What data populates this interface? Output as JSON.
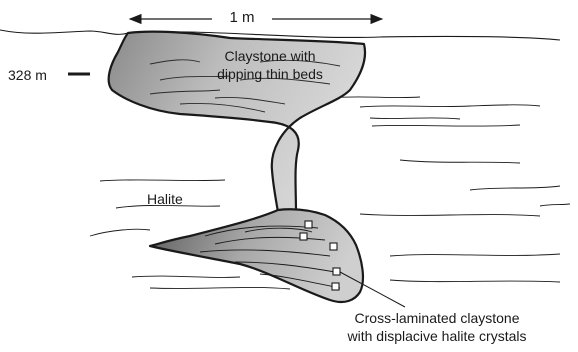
{
  "scale_label": "1 m",
  "depth_label": "328 m",
  "upper_unit_label": {
    "line1": "Claystone with",
    "line2": "dipping thin beds"
  },
  "host_label": "Halite",
  "lower_unit_label": {
    "line1": "Cross-laminated claystone",
    "line2": "with displacive halite crystals"
  },
  "colors": {
    "stroke": "#1a1a1a",
    "fill_light": "#c8c8c8",
    "fill_dark": "#6e6e6e"
  }
}
